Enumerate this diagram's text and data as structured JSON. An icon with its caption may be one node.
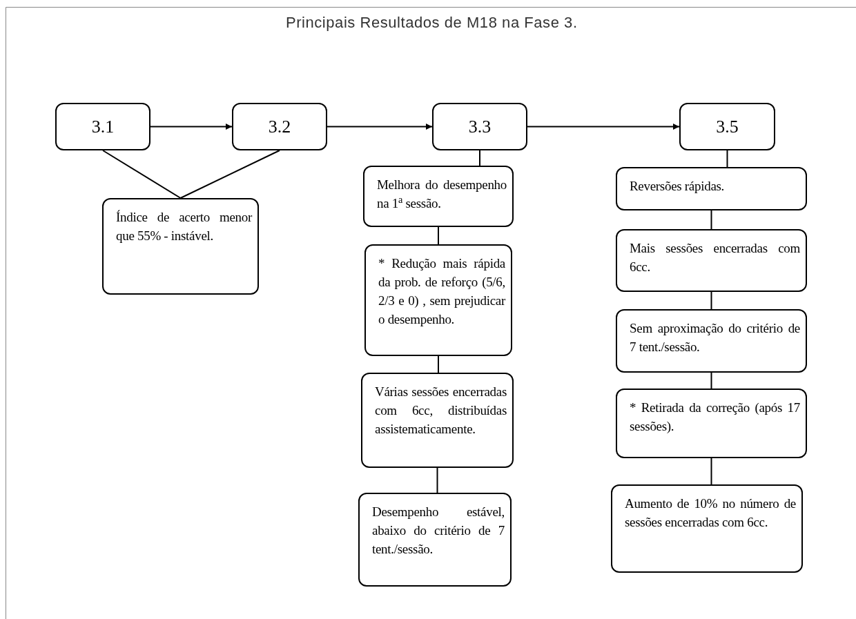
{
  "diagram": {
    "title": "Principais Resultados de M18 na Fase 3.",
    "nodes": [
      {
        "text": [
          "3.1"
        ]
      },
      {
        "text": [
          "3.2"
        ]
      },
      {
        "text": [
          "3.3"
        ]
      },
      {
        "text": [
          "3.5"
        ]
      },
      {
        "text": [
          "Índice de acerto menor que 55% - instável."
        ]
      },
      {
        "text": [
          "Melhora do desempenho na 1$^{a}$ sessão."
        ]
      },
      {
        "text": [
          "* Redução mais rápida da prob. de reforço (5/6, 2/3 e 0) , sem prejudicar o desempenho."
        ]
      },
      {
        "text": [
          "Várias sessões encerradas com 6cc, distribuídas assistematicamente."
        ]
      },
      {
        "text": [
          "Desempenho estável, abaixo do critério de 7 tent./sessão."
        ]
      },
      {
        "text": [
          "Reversões rápidas."
        ]
      },
      {
        "text": [
          "Mais sessões encerradas com 6cc."
        ]
      },
      {
        "text": [
          "Sem aproximação do critério de 7 tent./sessão."
        ]
      },
      {
        "text": [
          "* Retirada da correção (após 17 sessões)."
        ]
      },
      {
        "text": [
          "Aumento de 10% no número de sessões encerradas com 6cc."
        ]
      }
    ],
    "edges": [
      {
        "from": 0,
        "to": 1,
        "arrow": "to"
      },
      {
        "from": 1,
        "to": 2,
        "arrow": "to"
      },
      {
        "from": 2,
        "to": 3,
        "arrow": "to"
      },
      {
        "from": 0,
        "to": 4,
        "arrow": "none"
      },
      {
        "from": 1,
        "to": 4,
        "arrow": "none"
      },
      {
        "from": 2,
        "to": 5,
        "arrow": "none"
      },
      {
        "from": 5,
        "to": 6,
        "arrow": "none"
      },
      {
        "from": 6,
        "to": 7,
        "arrow": "none"
      },
      {
        "from": 7,
        "to": 8,
        "arrow": "none"
      },
      {
        "from": 3,
        "to": 9,
        "arrow": "none"
      },
      {
        "from": 9,
        "to": 10,
        "arrow": "none"
      },
      {
        "from": 10,
        "to": 11,
        "arrow": "none"
      },
      {
        "from": 11,
        "to": 12,
        "arrow": "none"
      },
      {
        "from": 12,
        "to": 13,
        "arrow": "none"
      }
    ]
  }
}
